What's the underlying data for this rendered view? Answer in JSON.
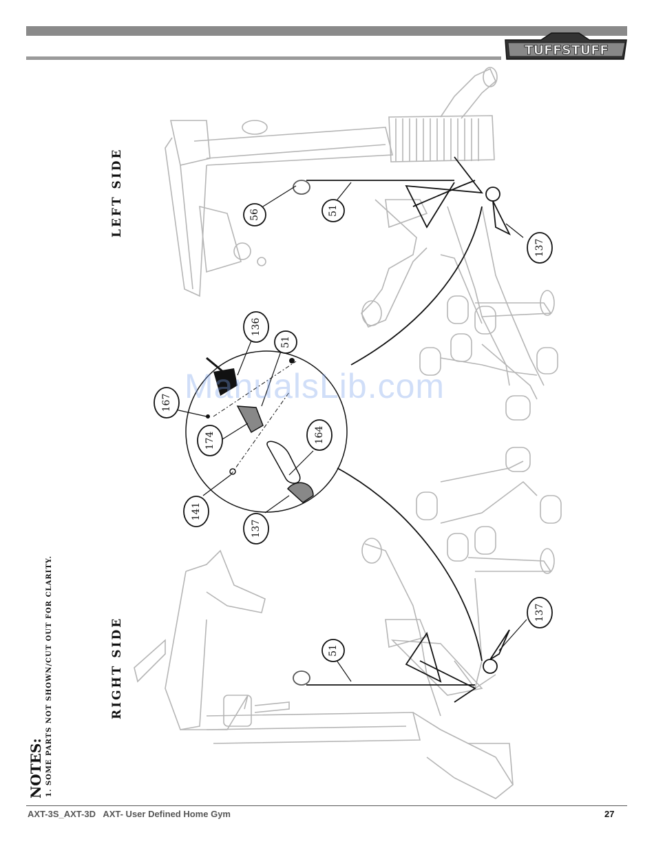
{
  "header": {
    "brand": "TUFFSTUFF"
  },
  "views": {
    "left_label": "LEFT SIDE",
    "right_label": "RIGHT SIDE"
  },
  "notes": {
    "title": "NOTES:",
    "items": [
      "1. SOME PARTS NOT SHOWN/CUT OUT FOR CLARITY."
    ]
  },
  "callouts": {
    "left_56": "56",
    "left_51": "51",
    "left_137": "137",
    "detail_136": "136",
    "detail_51": "51",
    "detail_167": "167",
    "detail_174": "174",
    "detail_164": "164",
    "detail_141": "141",
    "detail_137": "137",
    "right_137": "137",
    "right_51": "51"
  },
  "watermark": "ManualsLib.com",
  "footer": {
    "doc_id": "AXT-3S_AXT-3D   AXT- User Defined Home Gym",
    "page_number": "27"
  },
  "colors": {
    "header_bar": "#8a8a8a",
    "frame_outline": "#b5b5b5",
    "cable": "#111111",
    "watermark": "#78a0eb"
  }
}
